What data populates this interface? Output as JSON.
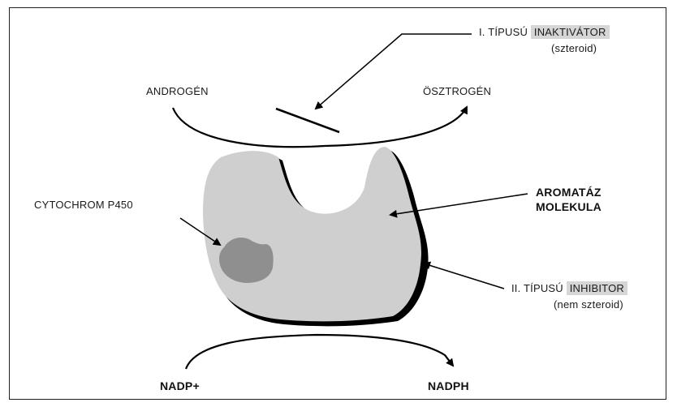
{
  "labels": {
    "androgen": "ANDROGÉN",
    "osztrogen": "ÖSZTROGÉN",
    "type1_prefix": "I. TÍPUSÚ",
    "type1_highlight": "INAKTIVÁTOR",
    "type1_note": "(szteroid)",
    "cytochrom": "CYTOCHROM P450",
    "aromataz_line1": "AROMATÁZ",
    "aromataz_line2": "MOLEKULA",
    "type2_prefix": "II. TÍPUSÚ",
    "type2_highlight": "INHIBITOR",
    "type2_note": "(nem szteroid)",
    "nadp": "NADP+",
    "nadph": "NADPH"
  },
  "colors": {
    "molecule_fill": "#cfcfcf",
    "molecule_shadow": "#000000",
    "cytochrom_fill": "#8f8f8f",
    "highlight_bg": "#d6d6d6",
    "stroke": "#000000"
  }
}
